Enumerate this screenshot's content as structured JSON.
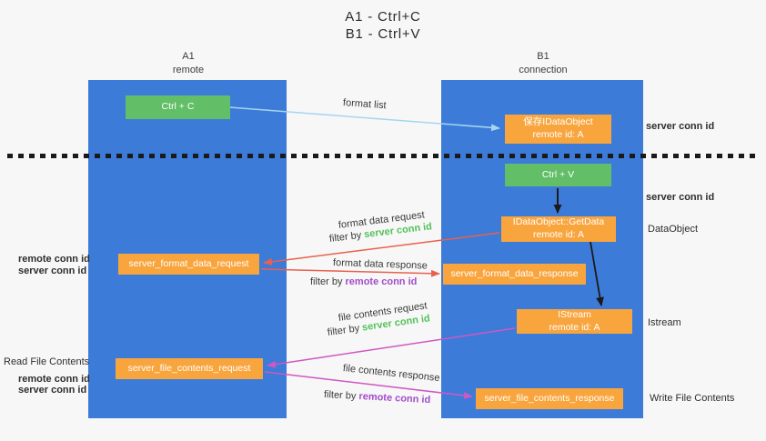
{
  "title": {
    "line1": "A1 - Ctrl+C",
    "line2": "B1 - Ctrl+V"
  },
  "lanes": {
    "a": {
      "name": "A1",
      "subtitle": "remote"
    },
    "b": {
      "name": "B1",
      "subtitle": "connection"
    }
  },
  "nodes": {
    "ctrl_c": {
      "label": "Ctrl + C"
    },
    "ctrl_v": {
      "label": "Ctrl + V"
    },
    "save_dataobject": {
      "line1": "保存IDataObject",
      "line2": "remote id: A"
    },
    "getdata": {
      "line1": "IDataObject::GetData",
      "line2": "remote id: A"
    },
    "istream": {
      "line1": "IStream",
      "line2": "remote id: A"
    },
    "format_request": {
      "label": "server_format_data_request"
    },
    "format_response": {
      "label": "server_format_data_response"
    },
    "file_request": {
      "label": "server_file_contents_request"
    },
    "file_response": {
      "label": "server_file_contents_response"
    }
  },
  "edge_labels": {
    "format_list": "format list",
    "format_data_request": "format data request",
    "format_data_response": "format data response",
    "file_contents_request": "file contents request",
    "file_contents_response": "file contents response",
    "filter_by": "filter by ",
    "server_conn_id": "server conn id",
    "remote_conn_id": "remote conn id"
  },
  "annotations": {
    "server_conn_id_top_right": "server conn id",
    "server_conn_id_mid_right": "server conn id",
    "dataobject": "DataObject",
    "istream": "Istream",
    "write_file_contents": "Write File Contents",
    "read_file_contents": "Read File Contents",
    "remote_conn_id_left_1": "remote conn id",
    "server_conn_id_left_1": "server conn id",
    "remote_conn_id_left_2": "remote conn id",
    "server_conn_id_left_2": "server conn id"
  },
  "colors": {
    "bg": "#f7f7f7",
    "lane": "#3d7bd8",
    "green_box": "#63be68",
    "orange_box": "#f8a53e",
    "green_text": "#53c25b",
    "purple_text": "#a24cc8",
    "arrow_blue": "#a5d5f0",
    "arrow_red": "#e8614e",
    "arrow_magenta": "#ce58c4",
    "arrow_black": "#1a1a1a"
  }
}
